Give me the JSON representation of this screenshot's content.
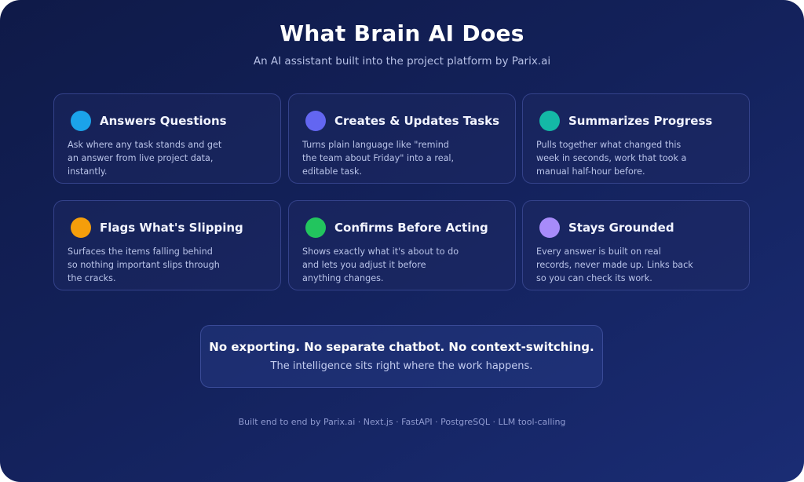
{
  "header": {
    "title": "What Brain AI Does",
    "subtitle": "An AI assistant built into the project platform by Parix.ai"
  },
  "features": [
    {
      "title": "Answers Questions",
      "description": "Ask where any task stands and get an answer from live project data, instantly.",
      "color": "#1ba3ea"
    },
    {
      "title": "Creates & Updates Tasks",
      "description": "Turns plain language like \"remind the team about Friday\" into a real, editable task.",
      "color": "#6366f1"
    },
    {
      "title": "Summarizes Progress",
      "description": "Pulls together what changed this week in seconds, work that took a manual half-hour before.",
      "color": "#14b8a6"
    },
    {
      "title": "Flags What's Slipping",
      "description": "Surfaces the items falling behind so nothing important slips through the cracks.",
      "color": "#f59e0b"
    },
    {
      "title": "Confirms Before Acting",
      "description": "Shows exactly what it's about to do and lets you adjust it before anything changes.",
      "color": "#22c55e"
    },
    {
      "title": "Stays Grounded",
      "description": "Every answer is built on real records, never made up. Links back so you can check its work.",
      "color": "#a78bfa"
    }
  ],
  "banner": {
    "title": "No exporting. No separate chatbot. No context-switching.",
    "subtitle": "The intelligence sits right where the work happens."
  },
  "footer": {
    "text": "Built end to end by Parix.ai · Next.js · FastAPI · PostgreSQL · LLM tool-calling"
  }
}
